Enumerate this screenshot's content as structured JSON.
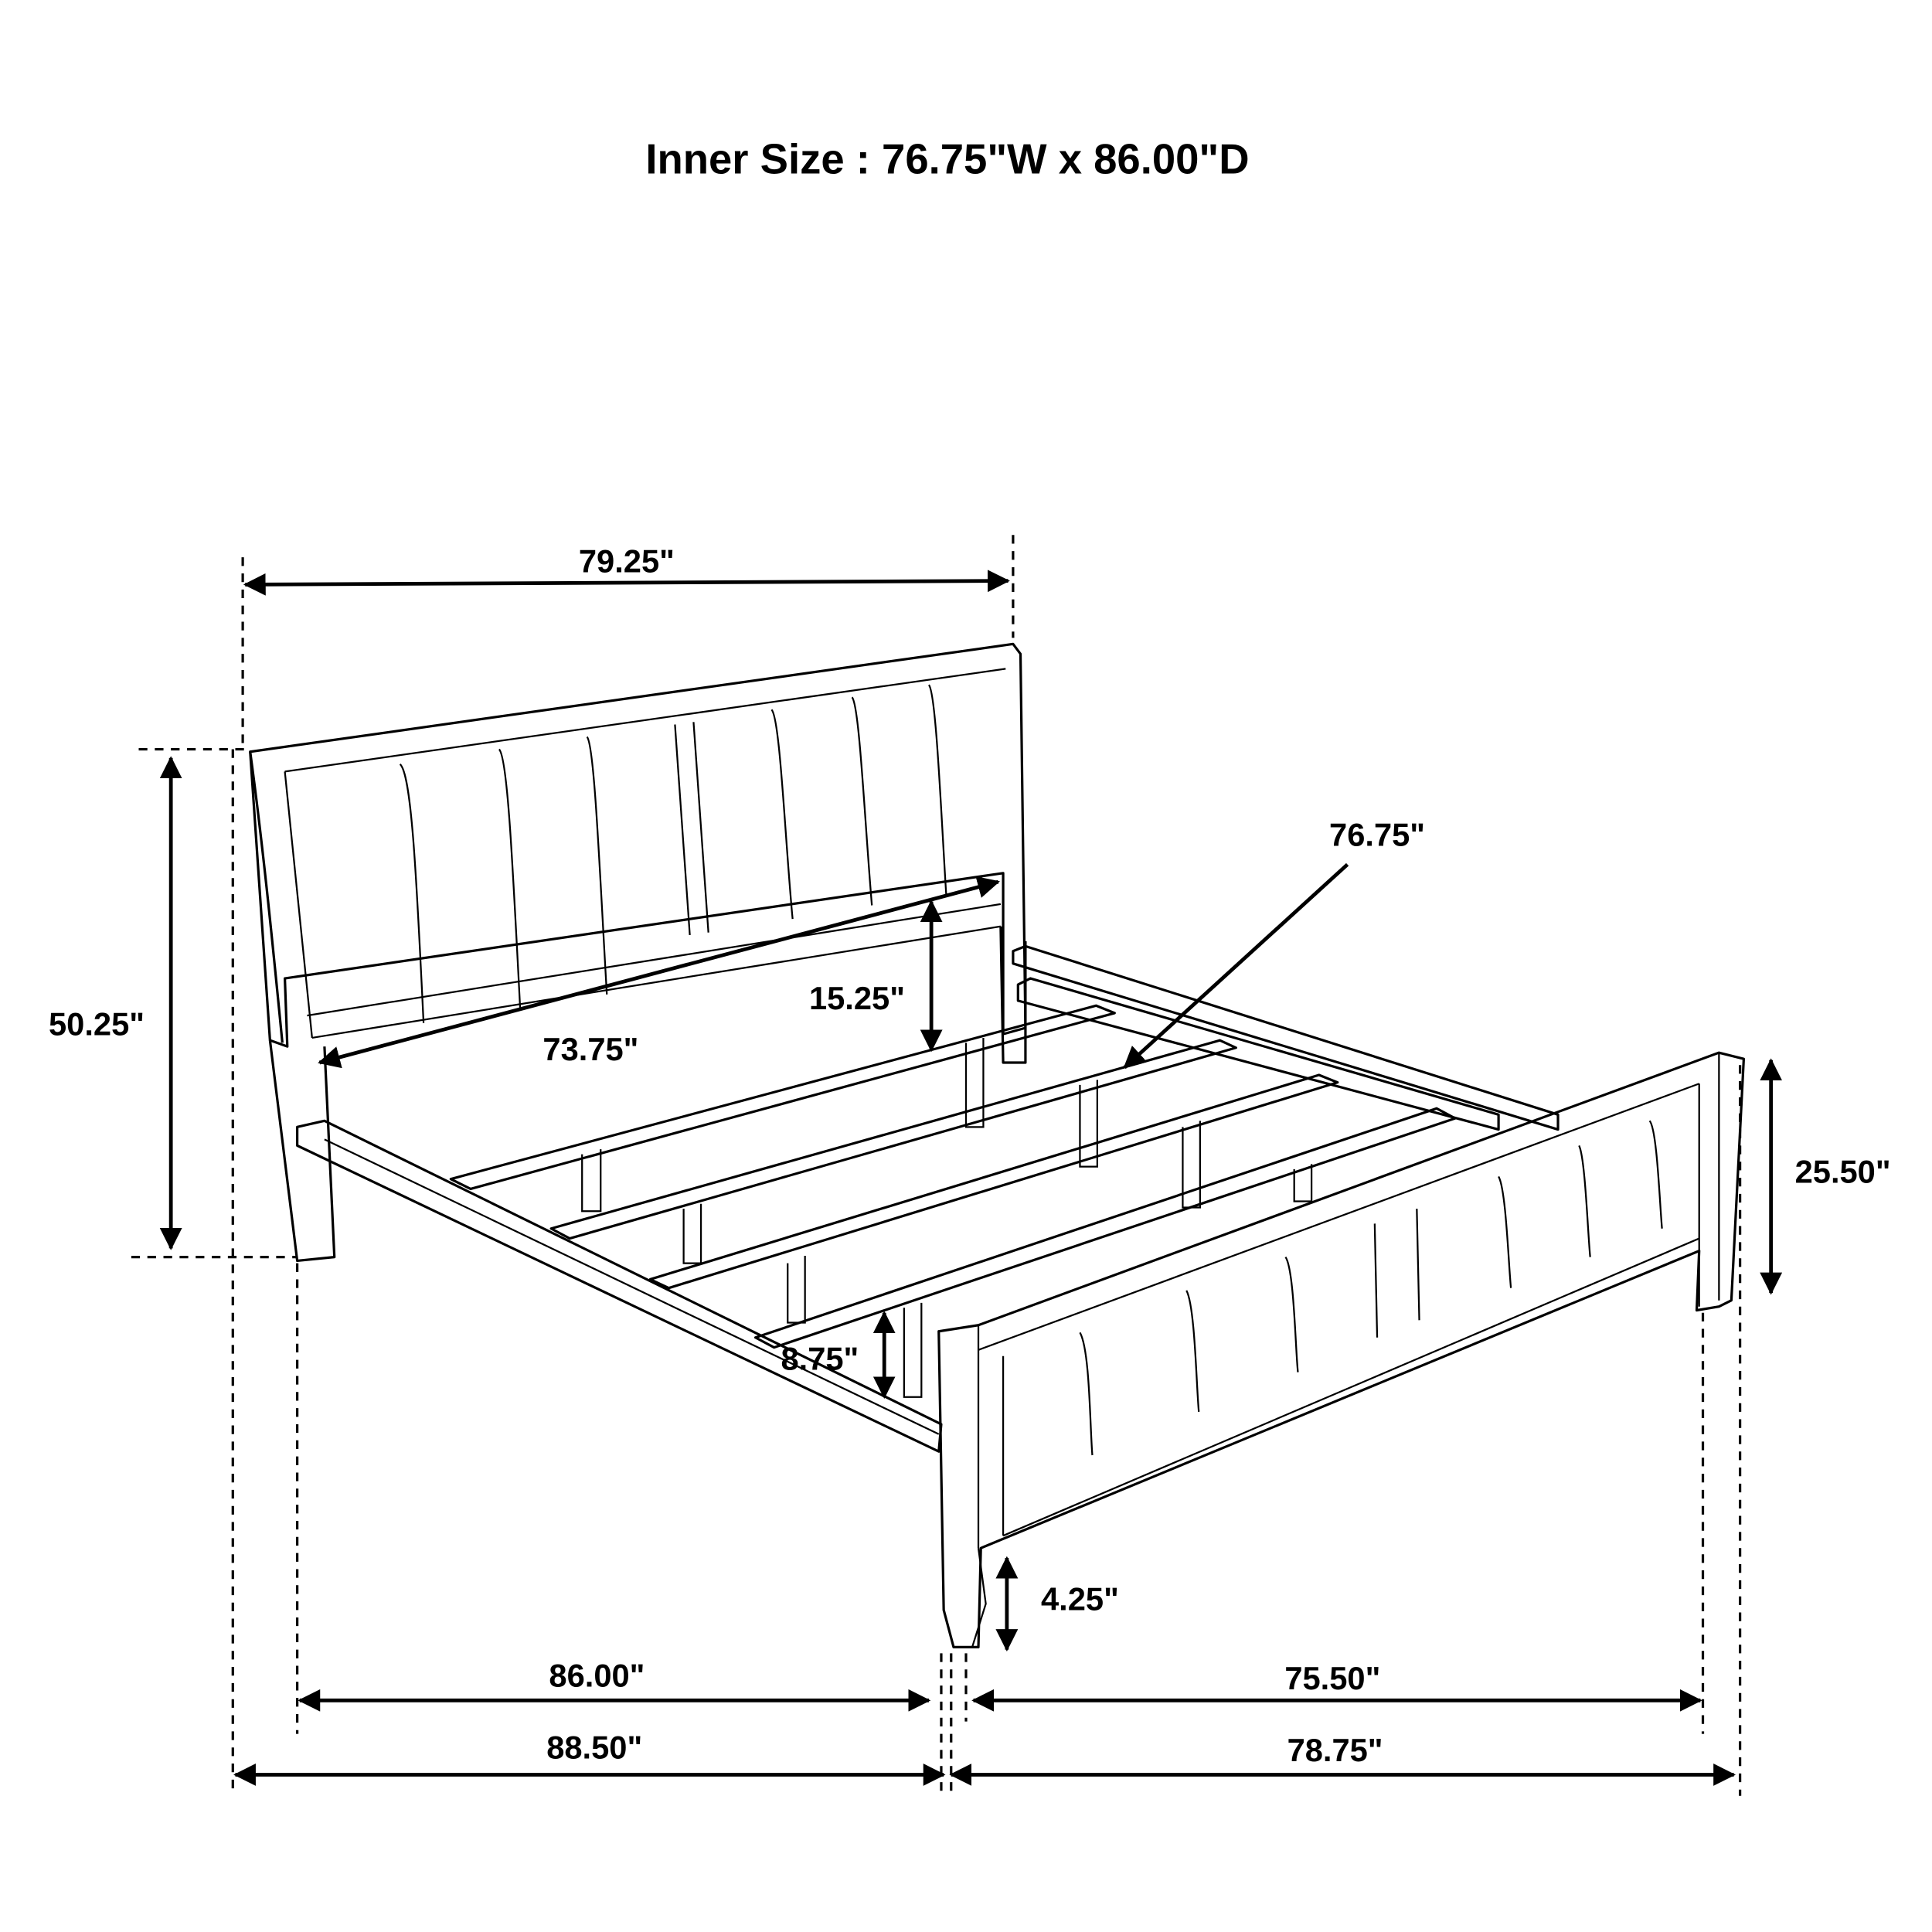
{
  "title": "Inner Size : 76.75\"W x 86.00\"D",
  "dimensions": {
    "headboard_width": "79.25\"",
    "headboard_height": "50.25\"",
    "headboard_inner_width": "73.75\"",
    "headboard_clearance": "15.25\"",
    "inner_width": "76.75\"",
    "footboard_height": "25.50\"",
    "rail_height": "8.75\"",
    "leg_height": "4.25\"",
    "inner_length": "86.00\"",
    "overall_length": "88.50\"",
    "footboard_inner_width": "75.50\"",
    "footboard_width": "78.75\""
  },
  "colors": {
    "line": "#000000",
    "background": "#ffffff"
  }
}
